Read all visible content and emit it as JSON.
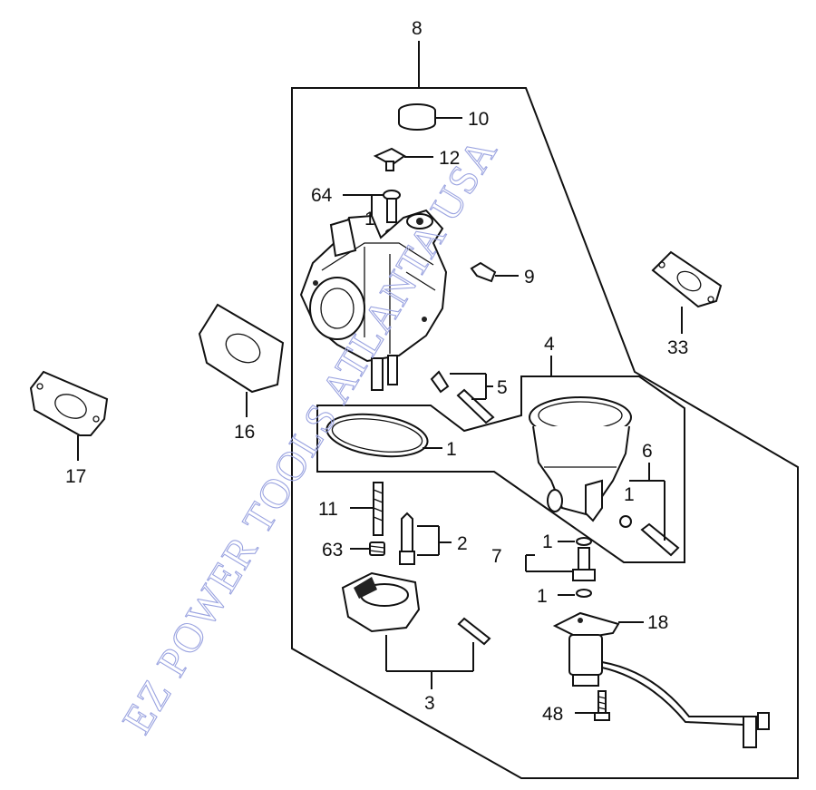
{
  "watermark": "EZ POWER TOOLS ATLANTA USA",
  "callouts": {
    "c8": "8",
    "c10": "10",
    "c12": "12",
    "c64": "64",
    "c1a": "1",
    "c9": "9",
    "c33": "33",
    "c4": "4",
    "c5": "5",
    "c16": "16",
    "c17": "17",
    "c1b": "1",
    "c6": "6",
    "c1c": "1",
    "c11": "11",
    "c2": "2",
    "c63": "63",
    "c7": "7",
    "c1d": "1",
    "c1e": "1",
    "c18": "18",
    "c3": "3",
    "c48": "48"
  },
  "colors": {
    "line": "#111111",
    "watermark": "#9aa3e0",
    "background": "#ffffff"
  }
}
